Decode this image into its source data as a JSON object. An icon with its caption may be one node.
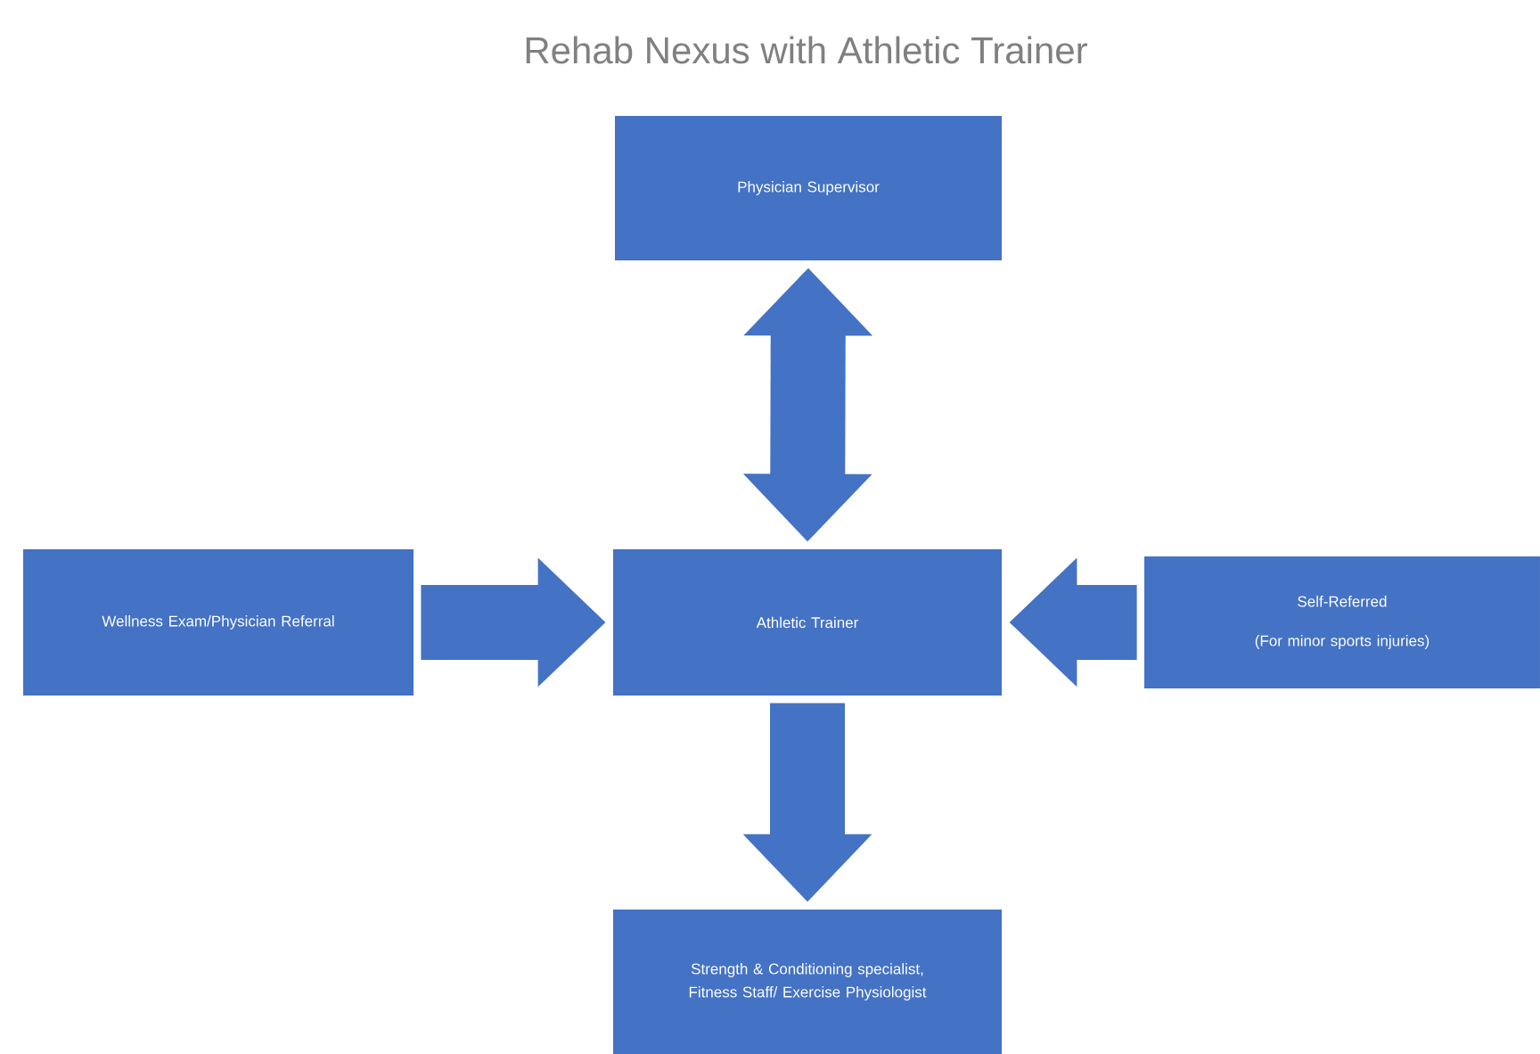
{
  "diagram": {
    "title": "Rehab Nexus with Athletic Trainer",
    "nodes": [
      {
        "text": [
          "Physician Supervisor"
        ]
      },
      {
        "text": [
          "Wellness Exam/Physician Referral"
        ]
      },
      {
        "text": [
          "Athletic Trainer"
        ]
      },
      {
        "text": [
          "Self-Referred",
          "(For minor sports injuries)"
        ]
      },
      {
        "text": [
          "Strength & Conditioning specialist, Fitness Staff/ Exercise Physiologist"
        ]
      }
    ],
    "edges": [
      {
        "from": 0,
        "to": 2,
        "arrow": "both"
      },
      {
        "from": 1,
        "to": 2,
        "arrow": "to"
      },
      {
        "from": 3,
        "to": 2,
        "arrow": "to"
      },
      {
        "from": 2,
        "to": 4,
        "arrow": "to"
      }
    ]
  }
}
